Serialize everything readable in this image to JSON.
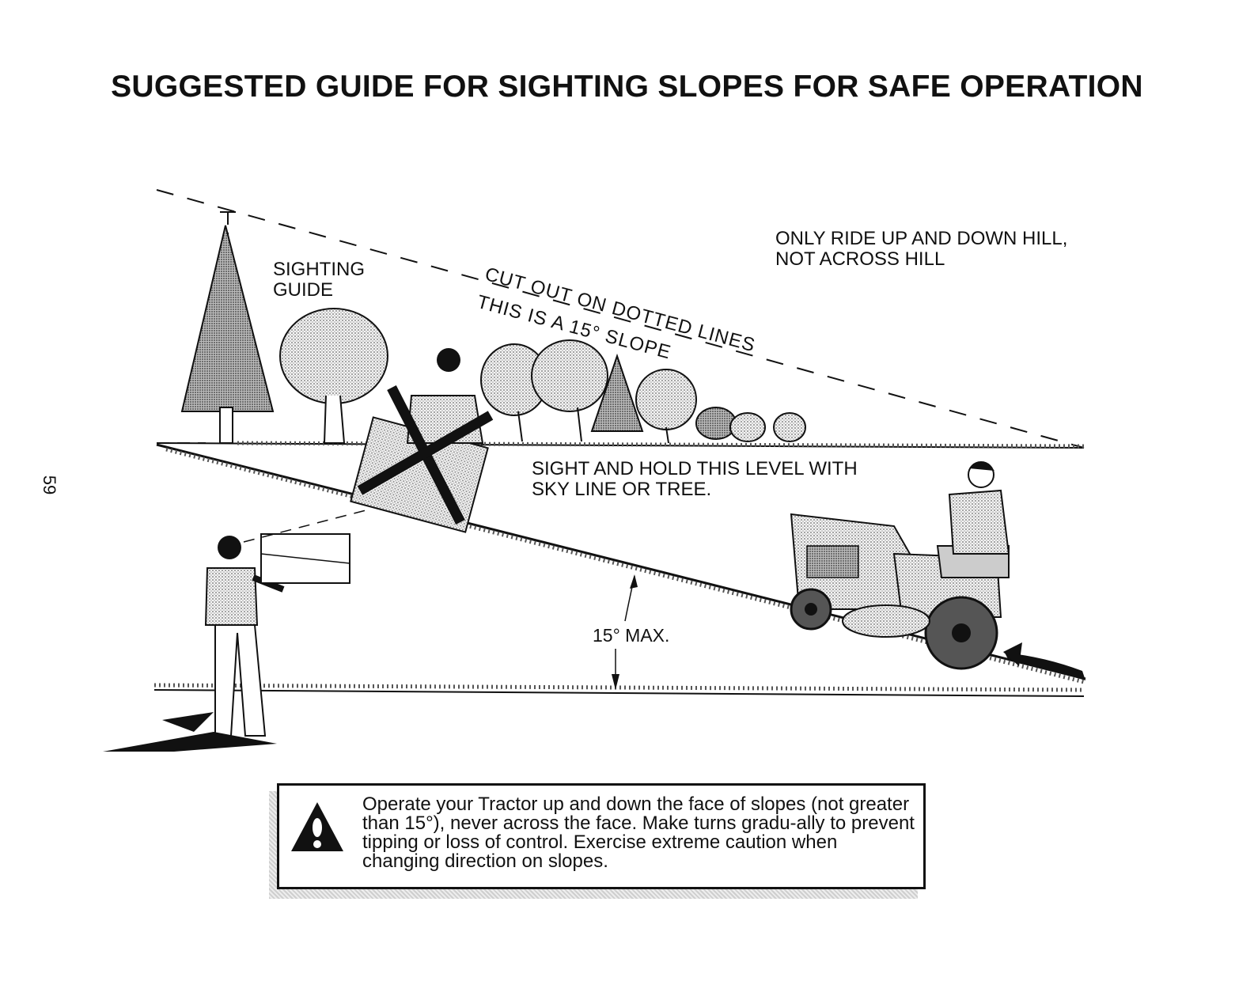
{
  "title": "SUGGESTED GUIDE FOR SIGHTING SLOPES FOR SAFE OPERATION",
  "page_number": "59",
  "labels": {
    "sighting_guide_1": "SIGHTING",
    "sighting_guide_2": "GUIDE",
    "cut_out": "CUT OUT ON DOTTED LINES",
    "slope_15": "THIS IS A 15° SLOPE",
    "only_ride_1": "ONLY RIDE UP AND DOWN HILL,",
    "only_ride_2": "NOT ACROSS HILL",
    "sight_hold_1": "SIGHT AND HOLD THIS LEVEL WITH",
    "sight_hold_2": "SKY LINE OR TREE.",
    "max": "15° MAX."
  },
  "warning": {
    "text": "Operate your Tractor up and down the face of slopes (not greater than 15°), never across the face. Make turns gradu-ally to prevent tipping or loss of control. Exercise extreme caution when changing direction on slopes."
  },
  "colors": {
    "ink": "#111111",
    "grey_fill": "#9a9a9a",
    "light_fill": "#d8d8d8"
  }
}
